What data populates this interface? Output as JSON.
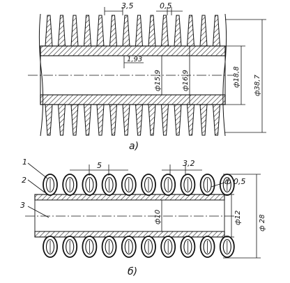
{
  "figure_a": {
    "caption": "а)",
    "fin_pitch": "3,5",
    "fin_thickness": "0,5",
    "wall": "1,93",
    "inner_diameter": "ф15,9",
    "root_diameter": "ф16,9",
    "tube_outer_diameter": "ф18,8",
    "fin_outer_diameter": "ф38,7"
  },
  "figure_b": {
    "caption": "б)",
    "callout_1": "1",
    "callout_2": "2",
    "callout_3": "3",
    "coil_pitch": "5",
    "coil_height": "3,2",
    "wire_diameter": "ф 0,5",
    "inner_diameter": "ф10",
    "outer_diameter": "ф12",
    "overall_diameter": "ф 28"
  },
  "colors": {
    "ink": "#111111",
    "hatch": "#333333",
    "paper": "#ffffff"
  }
}
